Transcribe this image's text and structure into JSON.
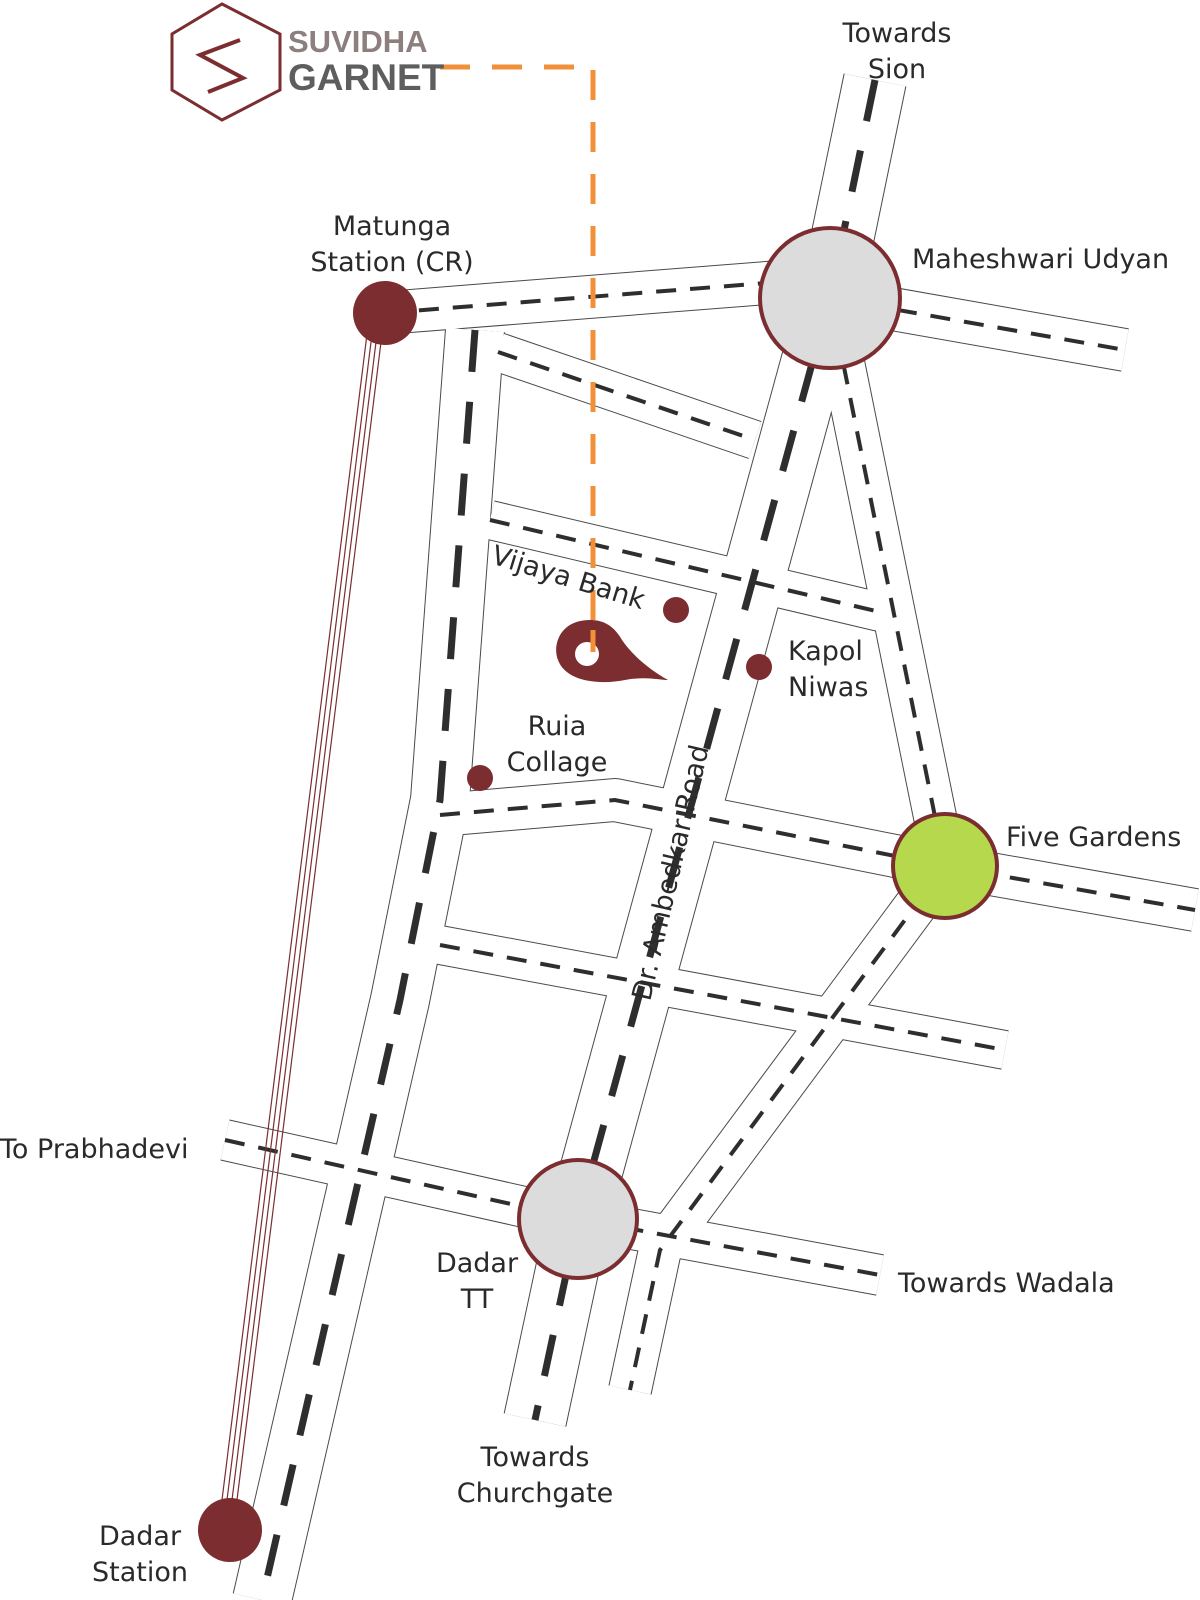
{
  "brand": {
    "line1": "SUVIDHA",
    "line2": "GARNET"
  },
  "colors": {
    "maroon": "#7b2d30",
    "orange": "#f0913a",
    "green": "#b5d84c",
    "grey": "#dcdcdc"
  },
  "labels": {
    "towards_sion_1": "Towards",
    "towards_sion_2": "Sion",
    "matunga_1": "Matunga",
    "matunga_2": "Station (CR)",
    "maheshwari": "Maheshwari Udyan",
    "vijaya_bank": "Vijaya Bank",
    "kapol_1": "Kapol",
    "kapol_2": "Niwas",
    "ruia_1": "Ruia",
    "ruia_2": "Collage",
    "ambedkar_road": "Dr. Ambedkar Road",
    "five_gardens": "Five Gardens",
    "prabhadevi": "To Prabhadevi",
    "dadar_tt_1": "Dadar",
    "dadar_tt_2": "TT",
    "wadala": "Towards Wadala",
    "churchgate_1": "Towards",
    "churchgate_2": "Churchgate",
    "dadar_station_1": "Dadar",
    "dadar_station_2": "Station"
  }
}
